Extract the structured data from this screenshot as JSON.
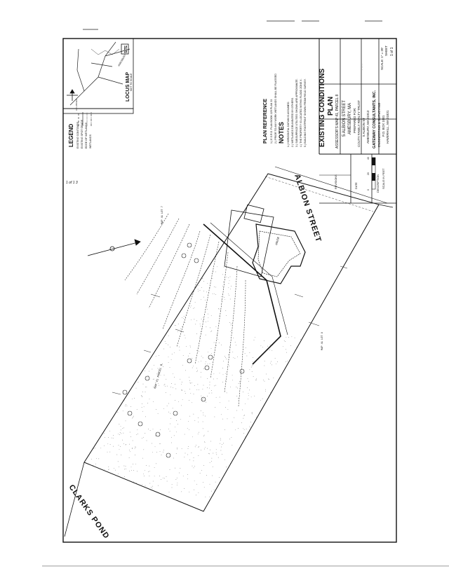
{
  "title_block": {
    "title_line1": "EXISTING CONDITIONS",
    "title_line2": "PLAN",
    "assessor": "ASSESSOR'S MAP 41, PARCEL 8",
    "address": "5 ALBION STREET",
    "city": "AMESBURY, MA",
    "prepared_for_label": "PREPARED FOR:",
    "client": "COUTY FAMILY REALTY TRUST",
    "client_address1": "5 ALBION ST",
    "client_address2": "AMESBURY, MA 01913",
    "firm": "GATEWAY CONSULTANTS, INC.",
    "firm_line2": "ENGINEERING & SURVEYING",
    "firm_line3": "P.O. BOX 1001",
    "firm_line4": "HAVERHILL, MA 01831",
    "scale_label": "SCALE: 1\" = 20'",
    "sheet_label": "SHEET",
    "sheet_number": "1 of 1"
  },
  "legend": {
    "title": "LEGEND",
    "items": [
      "EXISTING CONTOURS",
      "EXISTING SPOT GRADE",
      "EDGE OF WETLANDS",
      "WETLANDS"
    ]
  },
  "locus": {
    "title": "LOCUS MAP",
    "subtitle": "NOT TO SCALE",
    "site_label": "SITE",
    "street_labels": [
      "AMESBURY",
      "LE LANGER"
    ]
  },
  "plan_reference": {
    "title": "PLAN REFERENCE",
    "lines": [
      "1.) E.S.R.D. PLAN BOOK 229 PLAN 33",
      "2.) PRIOR TO ANY WORK WETLANDS SHALL BE FLAGGED"
    ]
  },
  "notes": {
    "title": "NOTES",
    "lines": [
      "1.) HORIZONTAL DATUM IS ASSUMED.",
      "2.) WETLANDS DELINEATED BY OTHERS.",
      "3.) SUBSURFACE UTILITIES SHOWN ARE APPROXIMATE.",
      "4.) THE PROPERTY IS LOCATED WITHIN FLOOD ZONE X.",
      "5.) BUILDING FOOTPRINT SHOWN FROM FIELD SURVEY."
    ]
  },
  "plan": {
    "street": "ALBION STREET",
    "pond": "CLARKS POND",
    "scale_text": "SCALE IN FEET",
    "handwritten_mark": "1 of 1 3",
    "lot_label_main": "MAP 41 PARCEL 8",
    "abutter_left": "MAP 41 LOT 7",
    "abutter_right": "MAP 41 LOT 9"
  },
  "revision_table": {
    "col1": "REVISIONS",
    "col2": "DATE",
    "col3": "DESCRIPTION"
  }
}
